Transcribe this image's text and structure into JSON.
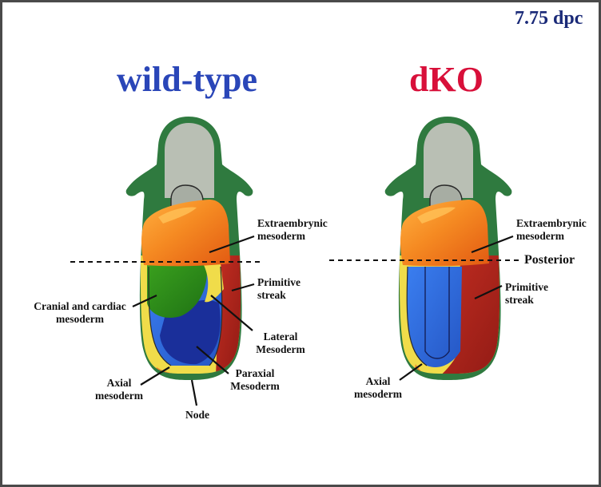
{
  "stage": "7.75 dpc",
  "panels": {
    "wild_type": {
      "title": "wild-type",
      "title_color": "#2a46b8",
      "labels": {
        "extraembryonic": [
          "Extraembrynic",
          "mesoderm"
        ],
        "primitive_streak": [
          "Primitive",
          "streak"
        ],
        "cranial_cardiac": [
          "Cranial and cardiac",
          "mesoderm"
        ],
        "lateral": [
          "Lateral",
          "Mesoderm"
        ],
        "paraxial": [
          "Paraxial",
          "Mesoderm"
        ],
        "axial": [
          "Axial",
          "mesoderm"
        ],
        "node": "Node"
      }
    },
    "dko": {
      "title": "dKO",
      "title_color": "#d8103a",
      "labels": {
        "extraembryonic": [
          "Extraembrynic",
          "mesoderm"
        ],
        "posterior": "Posterior",
        "primitive_streak": [
          "Primitive",
          "streak"
        ],
        "axial": [
          "Axial",
          "mesoderm"
        ]
      }
    }
  },
  "colors": {
    "extraembryonic": "#f07a1a",
    "extraembryonic_highlight": "#ffa53a",
    "outline_green": "#2f7a3f",
    "ectoderm": "#b8bfb5",
    "cranial_cardiac": "#2e8a1c",
    "blue_mesoderm": "#2f6ad6",
    "dark_blue": "#1a2f9a",
    "primitive_streak": "#b8261e",
    "yellow": "#f0dc4a",
    "axial": "#f07a2a",
    "line": "#111111"
  }
}
